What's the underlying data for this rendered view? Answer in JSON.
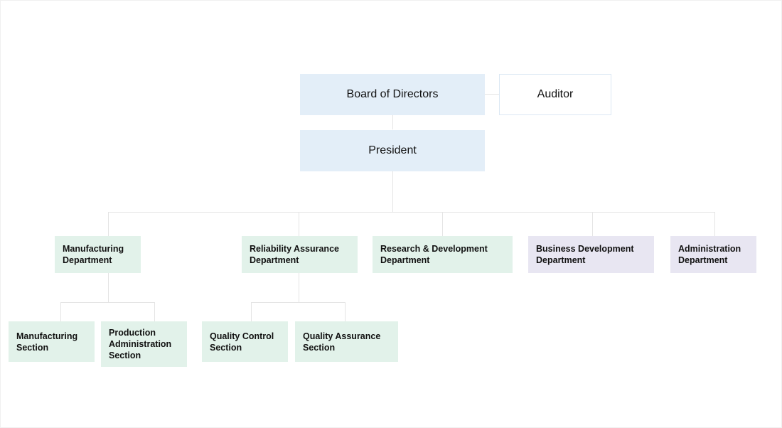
{
  "chart_data": {
    "type": "diagram",
    "subtype": "organization-chart",
    "title": "",
    "orientation": "top-down",
    "legend": [],
    "palette": {
      "executive_fill": "#e3eef8",
      "executive_outline_fill": "#ffffff",
      "executive_outline_border": "#dce8f4",
      "operational_fill": "#e2f2ea",
      "corporate_fill": "#e8e6f2",
      "connector": "#e4e4e4",
      "text": "#111111",
      "canvas": "#ffffff"
    },
    "nodes": [
      {
        "id": "board",
        "label": "Board of Directors",
        "tier": 0,
        "fill": "executive"
      },
      {
        "id": "auditor",
        "label": "Auditor",
        "tier": 0,
        "fill": "executive_outline"
      },
      {
        "id": "president",
        "label": "President",
        "tier": 1,
        "fill": "executive"
      },
      {
        "id": "manufacturing_dept",
        "label": "Manufacturing\nDepartment",
        "tier": 2,
        "fill": "operational"
      },
      {
        "id": "reliability_dept",
        "label": "Reliability Assurance\nDepartment",
        "tier": 2,
        "fill": "operational"
      },
      {
        "id": "rnd_dept",
        "label": "Research & Development\nDepartment",
        "tier": 2,
        "fill": "operational"
      },
      {
        "id": "business_dept",
        "label": "Business Development\nDepartment",
        "tier": 2,
        "fill": "corporate"
      },
      {
        "id": "administration_dept",
        "label": "Administration\nDepartment",
        "tier": 2,
        "fill": "corporate"
      },
      {
        "id": "manufacturing_section",
        "label": "Manufacturing\nSection",
        "tier": 3,
        "fill": "operational"
      },
      {
        "id": "production_admin_section",
        "label": "Production\nAdministration\nSection",
        "tier": 3,
        "fill": "operational"
      },
      {
        "id": "quality_control_section",
        "label": "Quality Control\nSection",
        "tier": 3,
        "fill": "operational"
      },
      {
        "id": "quality_assurance_section",
        "label": "Quality Assurance\nSection",
        "tier": 3,
        "fill": "operational"
      }
    ],
    "edges": [
      {
        "from": "board",
        "to": "auditor",
        "style": "lateral"
      },
      {
        "from": "board",
        "to": "president",
        "style": "vertical"
      },
      {
        "from": "president",
        "to": "manufacturing_dept",
        "style": "bus"
      },
      {
        "from": "president",
        "to": "reliability_dept",
        "style": "bus"
      },
      {
        "from": "president",
        "to": "rnd_dept",
        "style": "bus"
      },
      {
        "from": "president",
        "to": "business_dept",
        "style": "bus"
      },
      {
        "from": "president",
        "to": "administration_dept",
        "style": "bus"
      },
      {
        "from": "manufacturing_dept",
        "to": "manufacturing_section",
        "style": "bus"
      },
      {
        "from": "manufacturing_dept",
        "to": "production_admin_section",
        "style": "bus"
      },
      {
        "from": "reliability_dept",
        "to": "quality_control_section",
        "style": "bus"
      },
      {
        "from": "reliability_dept",
        "to": "quality_assurance_section",
        "style": "bus"
      }
    ]
  },
  "org": {
    "board": {
      "label": "Board of Directors"
    },
    "auditor": {
      "label": "Auditor"
    },
    "president": {
      "label": "President"
    },
    "departments": [
      {
        "label": "Manufacturing\nDepartment"
      },
      {
        "label": "Reliability Assurance\nDepartment"
      },
      {
        "label": "Research & Development\nDepartment"
      },
      {
        "label": "Business Development\nDepartment"
      },
      {
        "label": "Administration\nDepartment"
      }
    ],
    "sections": [
      {
        "label": "Manufacturing\nSection"
      },
      {
        "label": "Production\nAdministration\nSection"
      },
      {
        "label": "Quality Control\nSection"
      },
      {
        "label": "Quality Assurance\nSection"
      }
    ]
  }
}
